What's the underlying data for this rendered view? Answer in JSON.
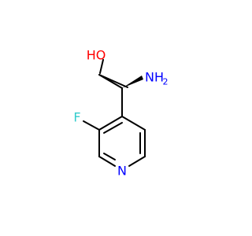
{
  "molecule": {
    "atoms": {
      "oxygen": {
        "text": "HO",
        "color": "#ff0000"
      },
      "nitrogen_amine": {
        "text": "NH",
        "subscript": "2",
        "color": "#0000ff"
      },
      "fluorine": {
        "text": "F",
        "color": "#33cccc"
      },
      "nitrogen_ring": {
        "text": "N",
        "color": "#0000ff"
      }
    },
    "bond_color": "#000000",
    "stereo_bond": "wedge"
  }
}
